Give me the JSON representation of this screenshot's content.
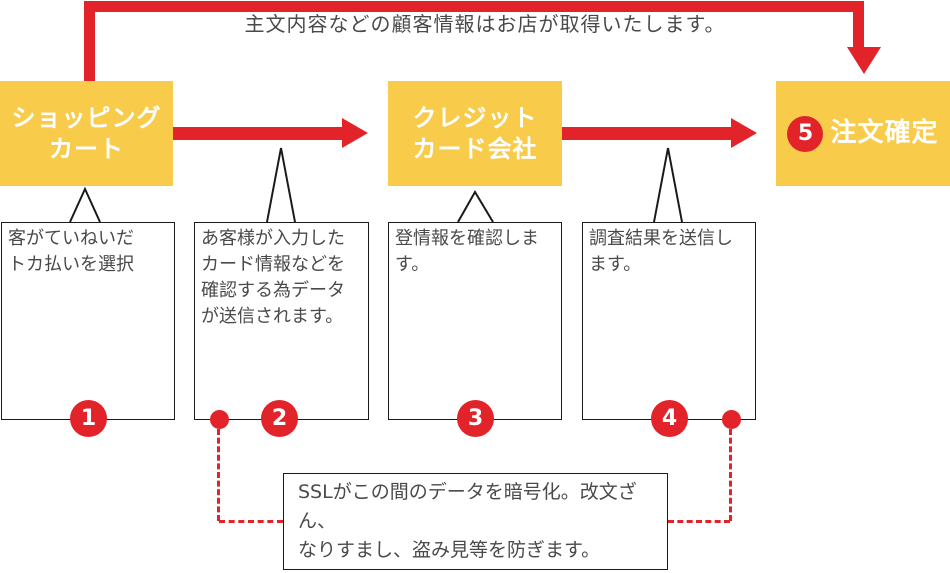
{
  "top_banner": {
    "text": "主文内容などの顧客情報はお店が取得いたします。"
  },
  "stages": [
    {
      "id": "shopping-cart",
      "label": "ショッピング\nカート"
    },
    {
      "id": "credit-card-company",
      "label": "クレジット\nカード会社"
    },
    {
      "id": "order-confirmed",
      "badge": "5",
      "label": "注文確定"
    }
  ],
  "callouts": [
    {
      "badge": "1",
      "text": "客がていねいだ\nトカ払いを選択"
    },
    {
      "badge": "2",
      "text": "あ客様が入力した\nカード情報などを\n確認する為データ\nが送信されます。"
    },
    {
      "badge": "3",
      "text": "登情報を確認しま\nす。"
    },
    {
      "badge": "4",
      "text": "調査結果を送信し\nます。"
    }
  ],
  "ssl_note": {
    "text": "SSLがこの間のデータを暗号化。改文ざん、\nなりすまし、盗み見等を防ぎます。"
  },
  "colors": {
    "accent_yellow": "#F8CB4B",
    "accent_red": "#E2232A",
    "text_gray": "#4A4A4A"
  }
}
